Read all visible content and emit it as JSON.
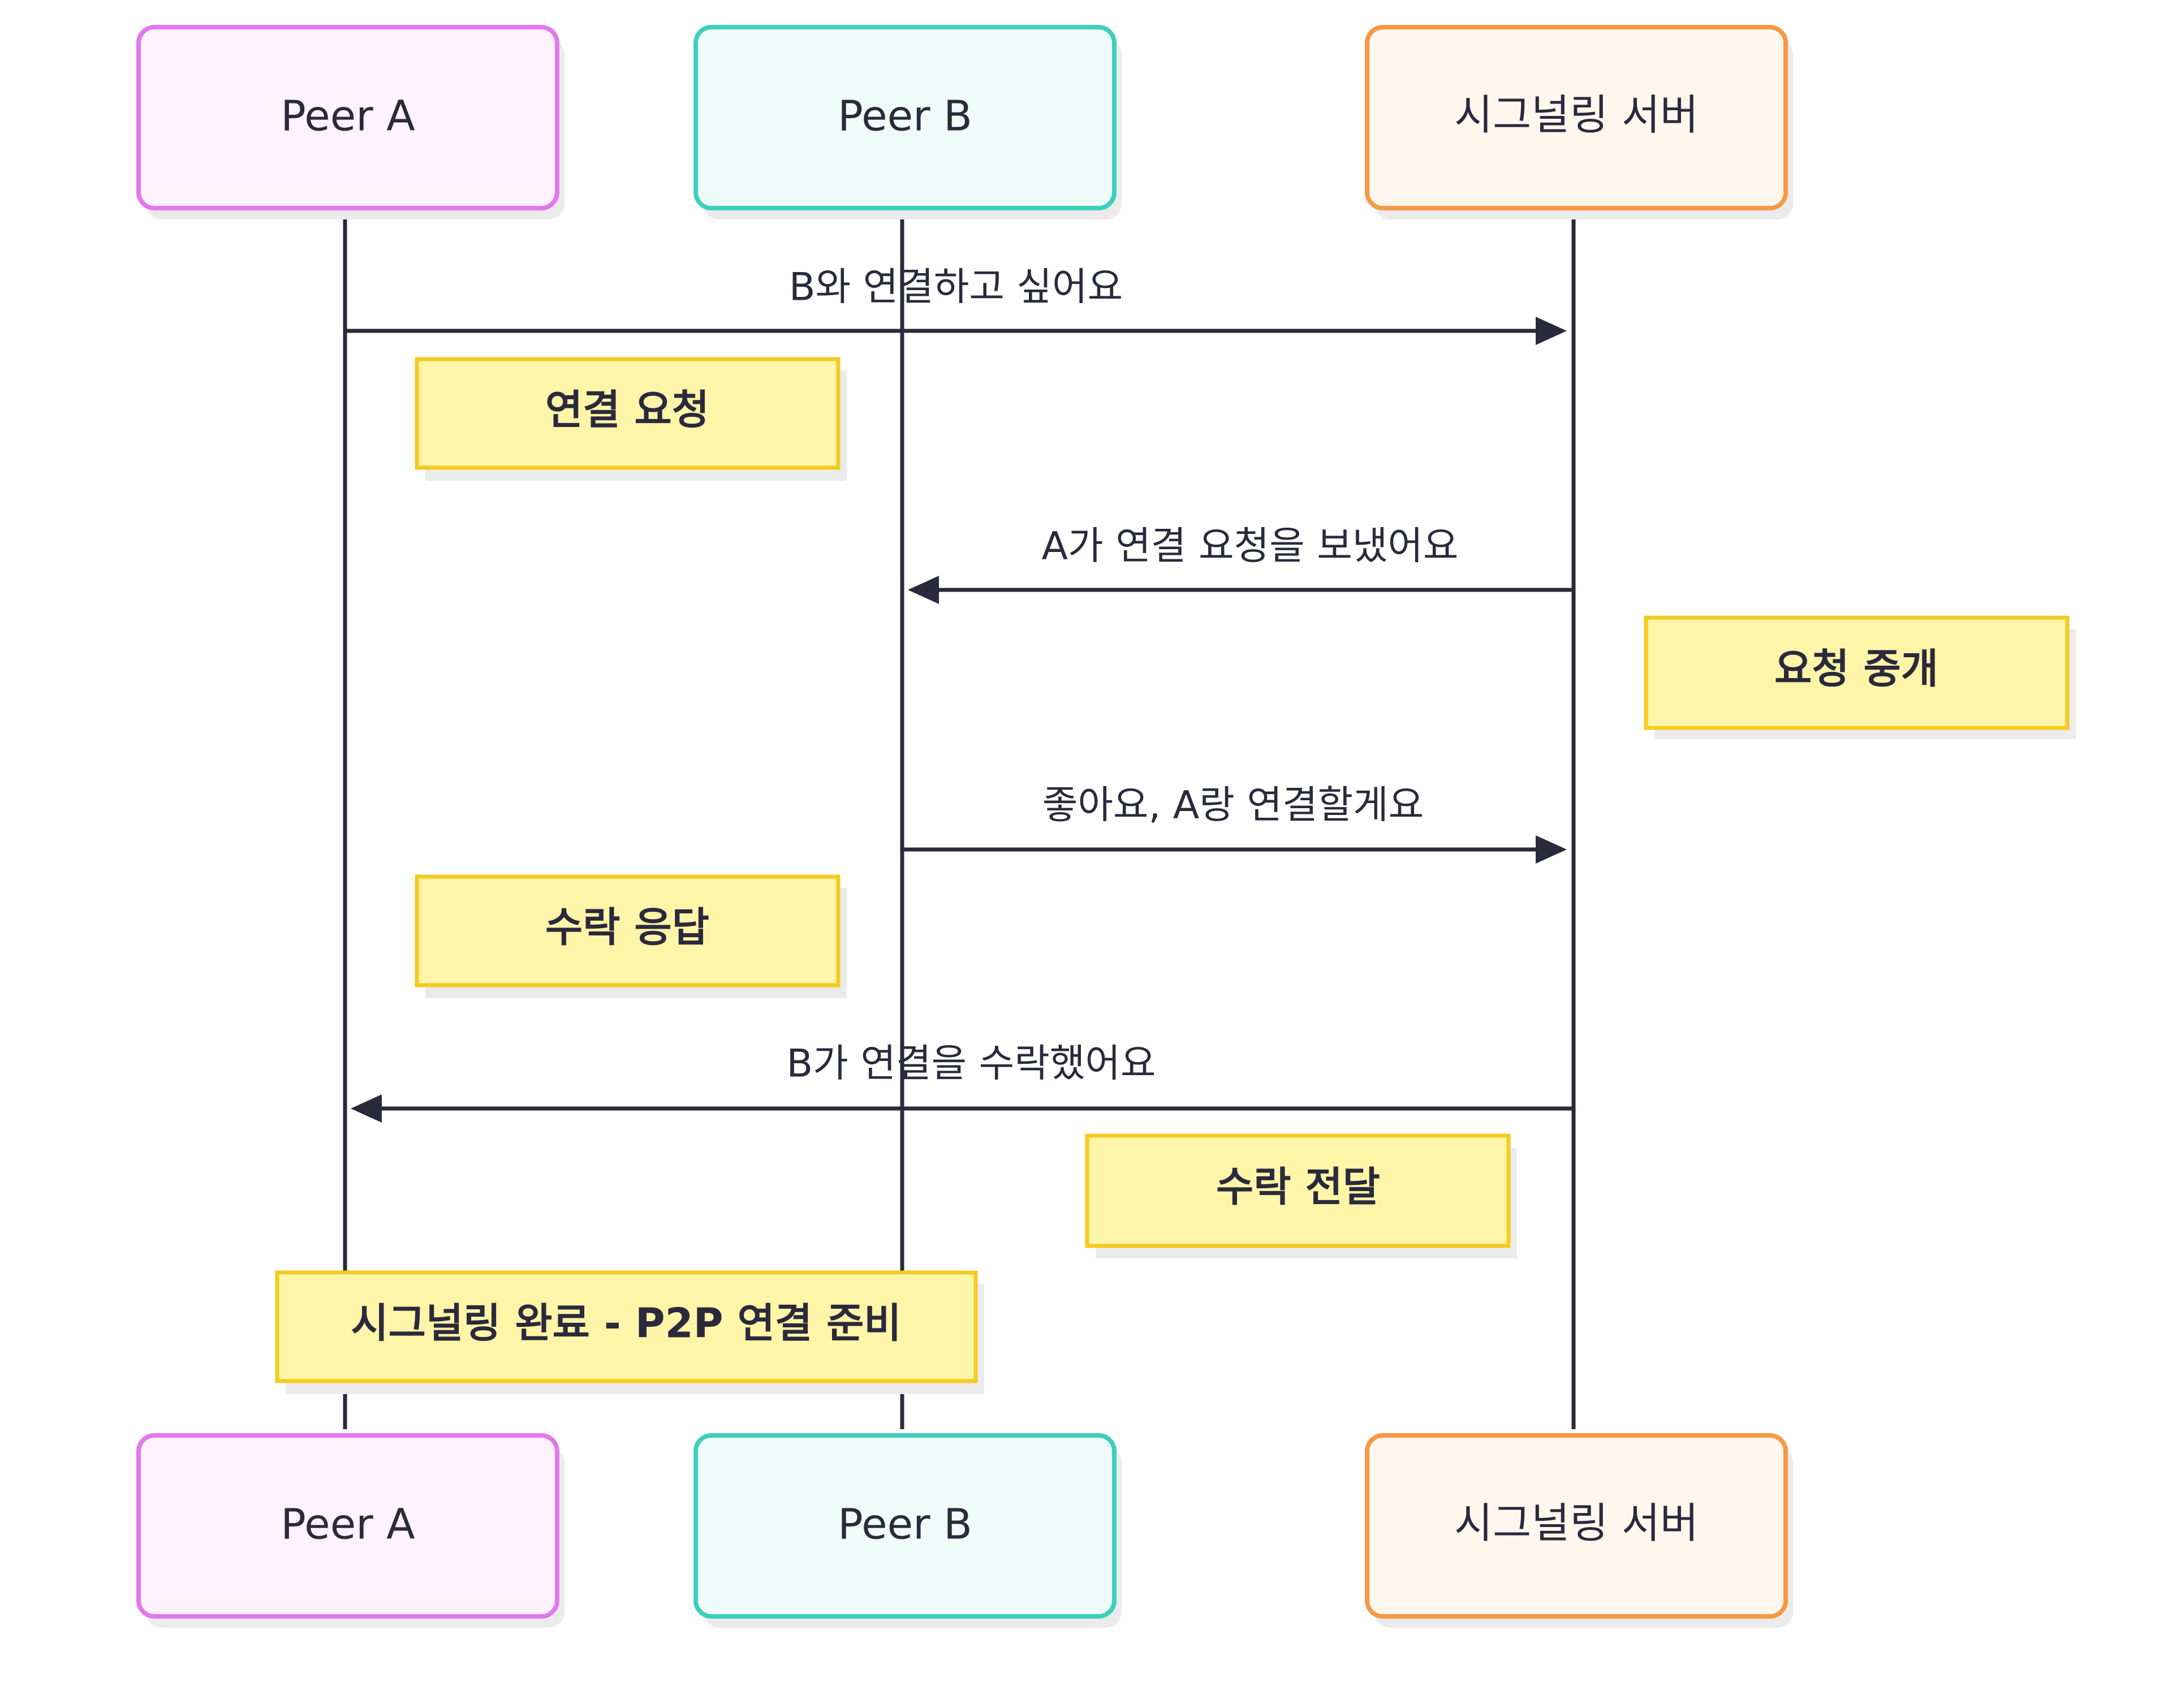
{
  "participants": [
    {
      "id": "peerA",
      "label": "Peer A",
      "fill": "#fdf2fd",
      "stroke": "#e277ee"
    },
    {
      "id": "peerB",
      "label": "Peer B",
      "fill": "#effbf8",
      "stroke": "#3ccfbc"
    },
    {
      "id": "server",
      "label": "시그널링 서버",
      "fill": "#fff7ee",
      "stroke": "#f79845"
    }
  ],
  "messages": [
    {
      "from": "peerA",
      "to": "server",
      "label": "B와 연결하고 싶어요"
    },
    {
      "from": "server",
      "to": "peerB",
      "label": "A가 연결 요청을 보냈어요"
    },
    {
      "from": "peerB",
      "to": "server",
      "label": "좋아요, A랑 연결할게요"
    },
    {
      "from": "server",
      "to": "peerA",
      "label": "B가 연결을 수락했어요"
    }
  ],
  "notes": [
    {
      "label": "연결 요청"
    },
    {
      "label": "요청 중개"
    },
    {
      "label": "수락 응답"
    },
    {
      "label": "수락 전달"
    },
    {
      "label": "시그널링 완료 - P2P 연결 준비"
    }
  ],
  "colors": {
    "line": "#2a2a3c",
    "note_fill": "#fff5a8",
    "note_stroke": "#f5cb1f"
  }
}
